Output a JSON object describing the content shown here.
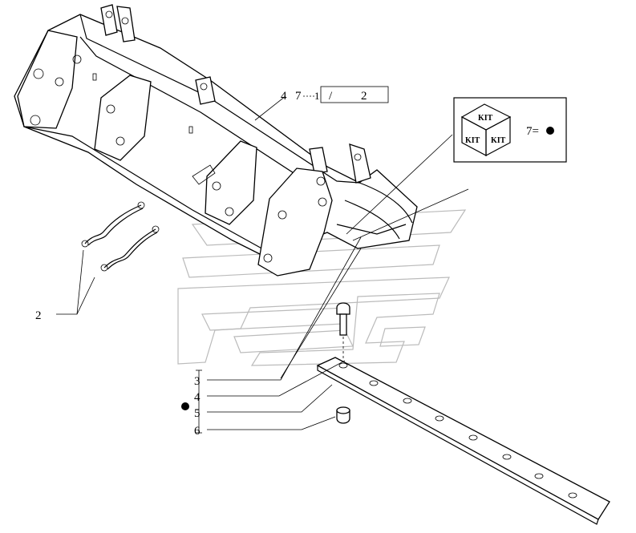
{
  "callouts": {
    "ref_main": "4",
    "ref_sub": "7",
    "ref_frac": "1",
    "ref_slash": "/",
    "ref_box": "2",
    "hose_ref": "2",
    "list": [
      "3",
      "4",
      "5",
      "6"
    ],
    "kit_eq": "7="
  },
  "kit_box": {
    "face_top": "KIT",
    "face_left": "KIT",
    "face_right": "KIT"
  },
  "colors": {
    "line": "#000000",
    "watermark": "#bbbbbb"
  },
  "icons": [
    "kit-cube-icon",
    "bullet-dot-icon"
  ]
}
